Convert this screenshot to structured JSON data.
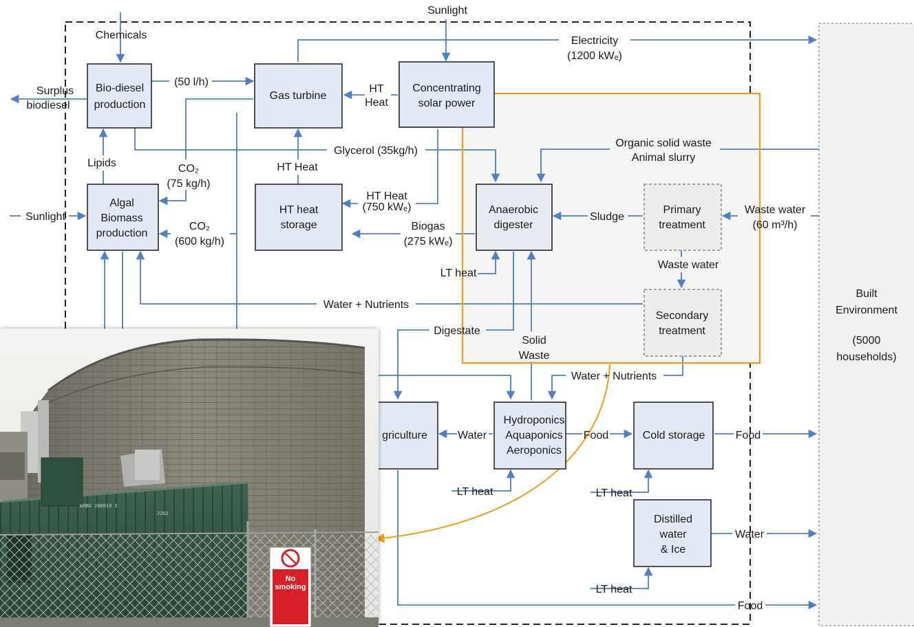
{
  "labels": {
    "sunlight_top": "Sunlight",
    "chemicals": "Chemicals",
    "electricity": "Electricity",
    "electricity_rate": "(1200 kWₑ)",
    "biodiesel_l1": "Bio-diesel",
    "biodiesel_l2": "production",
    "surplus_l1": "Surplus",
    "surplus_l2": "biodiesel",
    "flow_50": "(50 l/h)",
    "gas_turbine": "Gas turbine",
    "ht": "HT",
    "heat": "Heat",
    "csp_l1": "Concentrating",
    "csp_l2": "solar power",
    "lipids": "Lipids",
    "co2_a": "CO₂",
    "co2_a_rate": "(75 kg/h)",
    "ht_heat_vertical": "HT Heat",
    "glycerol": "Glycerol (35kg/h)",
    "organic_l1": "Organic solid waste",
    "organic_l2": "Animal slurry",
    "algal_l1": "Algal",
    "algal_l2": "Biomass",
    "algal_l3": "production",
    "sunlight_left": "Sunlight",
    "htstore_l1": "HT heat",
    "htstore_l2": "storage",
    "ht_heat_750_l1": "HT Heat",
    "ht_heat_750_l2": "(750 kWₑ)",
    "ad_l1": "Anaerobic",
    "ad_l2": "digester",
    "sludge": "Sludge",
    "primary_l1": "Primary",
    "primary_l2": "treatment",
    "wastewater_in_l1": "Waste water",
    "wastewater_in_l2": "(60 m³/h)",
    "co2_b": "CO₂",
    "co2_b_rate": "(600 kg/h)",
    "biogas_l1": "Biogas",
    "biogas_l2": "(275 kWₑ)",
    "lt_heat_ad": "LT heat",
    "wastewater_mid": "Waste water",
    "water_nutrients_1": "Water + Nutrients",
    "secondary_l1": "Secondary",
    "secondary_l2": "treatment",
    "digestate": "Digestate",
    "solid_l1": "Solid",
    "solid_l2": "Waste",
    "water_nutrients_2": "Water + Nutrients",
    "agriculture": "griculture",
    "water_ag": "Water",
    "hydro_l1": "Hydroponics",
    "hydro_l2": "Aquaponics",
    "hydro_l3": "Aeroponics",
    "food_1": "Food",
    "cold_storage": "Cold storage",
    "food_2": "Food",
    "lt_heat_hydro": "LT heat",
    "lt_heat_cold": "LT heat",
    "distilled_l1": "Distilled",
    "distilled_l2": "water",
    "distilled_l3": "& Ice",
    "water_out": "Water",
    "lt_heat_distilled": "LT heat",
    "food_3": "Food",
    "built_l1": "Built",
    "built_l2": "Environment",
    "built_l3": "(5000",
    "built_l4": "households)"
  },
  "photo": {
    "sign_text_1": "No",
    "sign_text_2": "smoking",
    "container_code_1": "WHBU 200010 2",
    "container_code_2": "22G1"
  },
  "colors": {
    "flow": "#4f7fc4",
    "box_fill": "#e3e9f4",
    "highlight": "#f39c12"
  }
}
